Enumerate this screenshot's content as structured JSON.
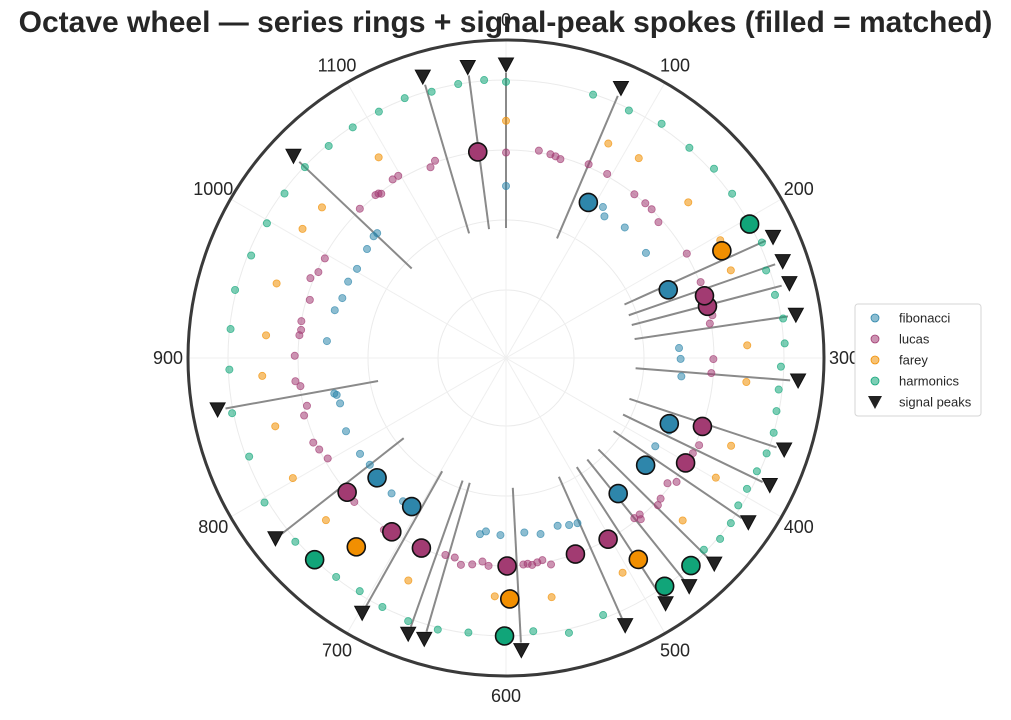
{
  "chart_data": {
    "type": "scatter",
    "subtype": "polar",
    "title": "Octave wheel — series rings + signal-peak spokes (filled = matched)",
    "angle_ticks": [
      "0",
      "100",
      "200",
      "300",
      "400",
      "500",
      "600",
      "700",
      "800",
      "900",
      "1000",
      "1100"
    ],
    "angle_range": [
      0,
      1200
    ],
    "direction": "clockwise",
    "zero_location": "top",
    "grid": true,
    "legend_position": "right",
    "rings": [
      {
        "name": "fibonacci",
        "ring": 0,
        "color": "#2E86AB",
        "values": [
          0,
          109,
          116,
          141,
          177,
          224,
          229,
          289,
          301,
          320,
          376,
          380,
          402,
          522,
          531,
          543,
          563,
          580,
          606,
          622,
          628,
          719,
          734,
          758,
          773,
          789,
          818,
          849,
          859,
          861,
          918,
          952,
          967,
          986,
          1003,
          1027,
          1042,
          1047
        ]
      },
      {
        "name": "lucas",
        "ring": 1,
        "color": "#A23B72",
        "values": [
          0,
          30,
          41,
          46,
          51,
          77,
          96,
          127,
          140,
          148,
          161,
          200,
          229,
          253,
          261,
          268,
          301,
          314,
          381,
          390,
          396,
          420,
          426,
          441,
          447,
          465,
          467,
          471,
          559,
          566,
          571,
          576,
          580,
          584,
          616,
          622,
          631,
          641,
          648,
          657,
          681,
          718,
          755,
          802,
          813,
          821,
          847,
          855,
          874,
          879,
          902,
          921,
          926,
          934,
          955,
          974,
          982,
          996,
          1052,
          1071,
          1074,
          1076,
          1092,
          1098,
          1128,
          1134
        ]
      },
      {
        "name": "farey",
        "ring": 2,
        "color": "#F18F01",
        "values": [
          0,
          85,
          112,
          165,
          204,
          229,
          290,
          319,
          371,
          399,
          442,
          505,
          564,
          609,
          679,
          760,
          802,
          845,
          886,
          918,
          960,
          1008,
          1031,
          1092
        ]
      },
      {
        "name": "harmonics",
        "ring": 3,
        "color": "#11A579",
        "values": [
          0,
          61,
          88,
          112,
          137,
          159,
          180,
          200,
          219,
          238,
          256,
          273,
          290,
          306,
          322,
          337,
          352,
          367,
          381,
          395,
          408,
          421,
          434,
          447,
          483,
          531,
          557,
          581,
          604,
          626,
          647,
          668,
          688,
          707,
          726,
          763,
          797,
          830,
          862,
          892,
          920,
          947,
          973,
          998,
          1022,
          1045,
          1067,
          1088,
          1109,
          1129,
          1148,
          1167,
          1185
        ]
      }
    ],
    "signal_peaks": {
      "name": "signal peaks",
      "color": "#222222",
      "values": [
        0,
        77,
        219,
        236,
        251,
        272,
        315,
        361,
        386,
        414,
        449,
        471,
        490,
        520,
        590,
        654,
        665,
        698,
        773,
        866,
        1045,
        1145,
        1175
      ]
    },
    "matched": [
      {
        "ring": 0,
        "angle": 93
      },
      {
        "ring": 0,
        "angle": 224
      },
      {
        "ring": 0,
        "angle": 373
      },
      {
        "ring": 0,
        "angle": 425
      },
      {
        "ring": 0,
        "angle": 468
      },
      {
        "ring": 0,
        "angle": 708
      },
      {
        "ring": 0,
        "angle": 757
      },
      {
        "ring": 1,
        "angle": 1174
      },
      {
        "ring": 1,
        "angle": 252
      },
      {
        "ring": 1,
        "angle": 242
      },
      {
        "ring": 1,
        "angle": 364
      },
      {
        "ring": 1,
        "angle": 401
      },
      {
        "ring": 1,
        "angle": 502
      },
      {
        "ring": 1,
        "angle": 535
      },
      {
        "ring": 1,
        "angle": 599
      },
      {
        "ring": 1,
        "angle": 680
      },
      {
        "ring": 1,
        "angle": 711
      },
      {
        "ring": 1,
        "angle": 766
      },
      {
        "ring": 2,
        "angle": 212
      },
      {
        "ring": 2,
        "angle": 489
      },
      {
        "ring": 2,
        "angle": 597
      },
      {
        "ring": 2,
        "angle": 728
      },
      {
        "ring": 3,
        "angle": 204
      },
      {
        "ring": 3,
        "angle": 461
      },
      {
        "ring": 3,
        "angle": 484
      },
      {
        "ring": 3,
        "angle": 601
      },
      {
        "ring": 3,
        "angle": 745
      }
    ],
    "legend": [
      "fibonacci",
      "lucas",
      "farey",
      "harmonics",
      "signal peaks"
    ]
  }
}
